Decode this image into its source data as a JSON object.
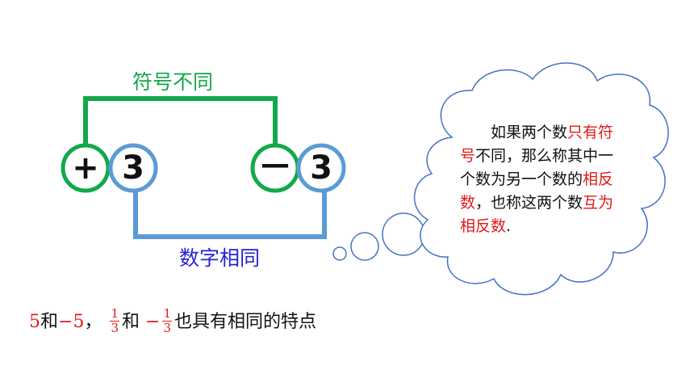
{
  "labels": {
    "top_bracket": "符号不同",
    "bottom_bracket": "数字相同"
  },
  "left_number": {
    "sign": "+",
    "digit": "3"
  },
  "right_number": {
    "sign": "—",
    "digit": "3"
  },
  "cloud": {
    "parts": [
      {
        "text": "如果两个数",
        "color": "#111111"
      },
      {
        "text": "只有符号",
        "color": "#e01b1b"
      },
      {
        "text": "不同，那么称其中一个数为另一个数的",
        "color": "#111111"
      },
      {
        "text": "相反数",
        "color": "#e01b1b"
      },
      {
        "text": "，也称这两个数",
        "color": "#111111"
      },
      {
        "text": "互为相反数",
        "color": "#e01b1b"
      },
      {
        "text": ".",
        "color": "#111111"
      }
    ]
  },
  "bottom_line": {
    "a": "5",
    "and1": "和",
    "b": "−5",
    "comma": "，",
    "f1_num": "1",
    "f1_den": "3",
    "and2": "和",
    "minus": "−",
    "f2_num": "1",
    "f2_den": "3",
    "tail": "也具有相同的特点"
  },
  "colors": {
    "green": "#13a84a",
    "blue_circle": "#5b9bd5",
    "label_blue": "#2424d8",
    "cloud_stroke": "#4472c4",
    "red": "#e01b1b"
  }
}
